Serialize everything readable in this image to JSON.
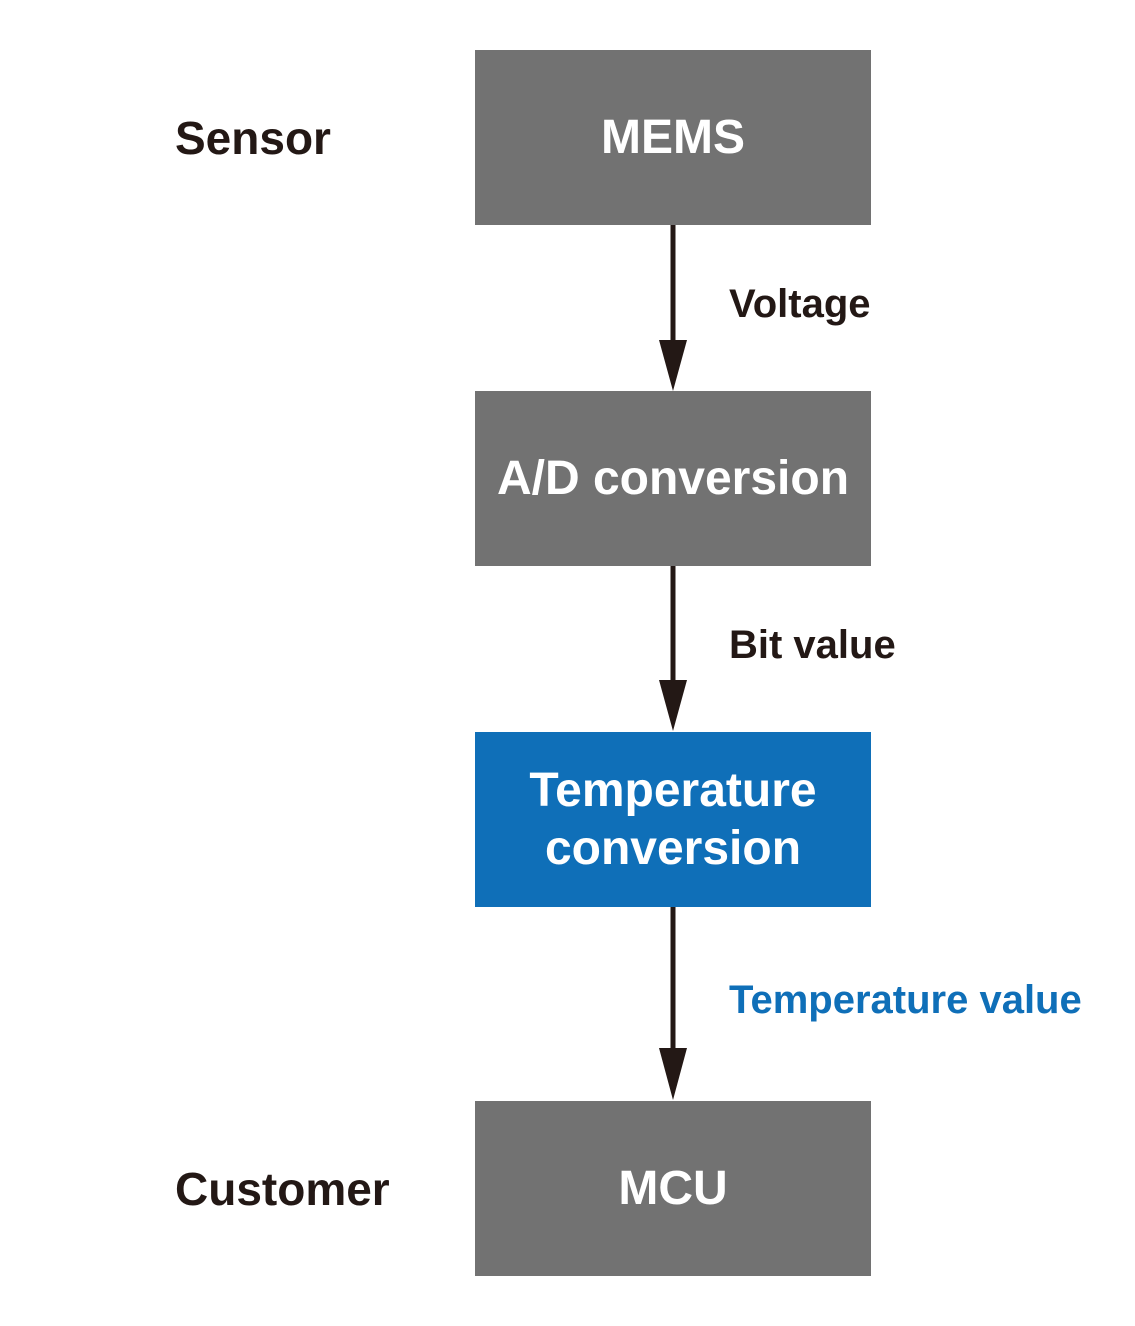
{
  "side_labels": {
    "sensor": "Sensor",
    "customer": "Customer"
  },
  "blocks": {
    "mems": "MEMS",
    "ad_conversion": "A/D conversion",
    "temperature_conversion_line1": "Temperature",
    "temperature_conversion_line2": "conversion",
    "mcu": "MCU"
  },
  "edges": {
    "voltage": "Voltage",
    "bit_value": "Bit value",
    "temperature_value": "Temperature value"
  },
  "colors": {
    "block_gray": "#727272",
    "block_blue": "#0f6fb8",
    "text_dark": "#231815",
    "text_blue": "#0f6fb8",
    "arrow": "#231815"
  }
}
